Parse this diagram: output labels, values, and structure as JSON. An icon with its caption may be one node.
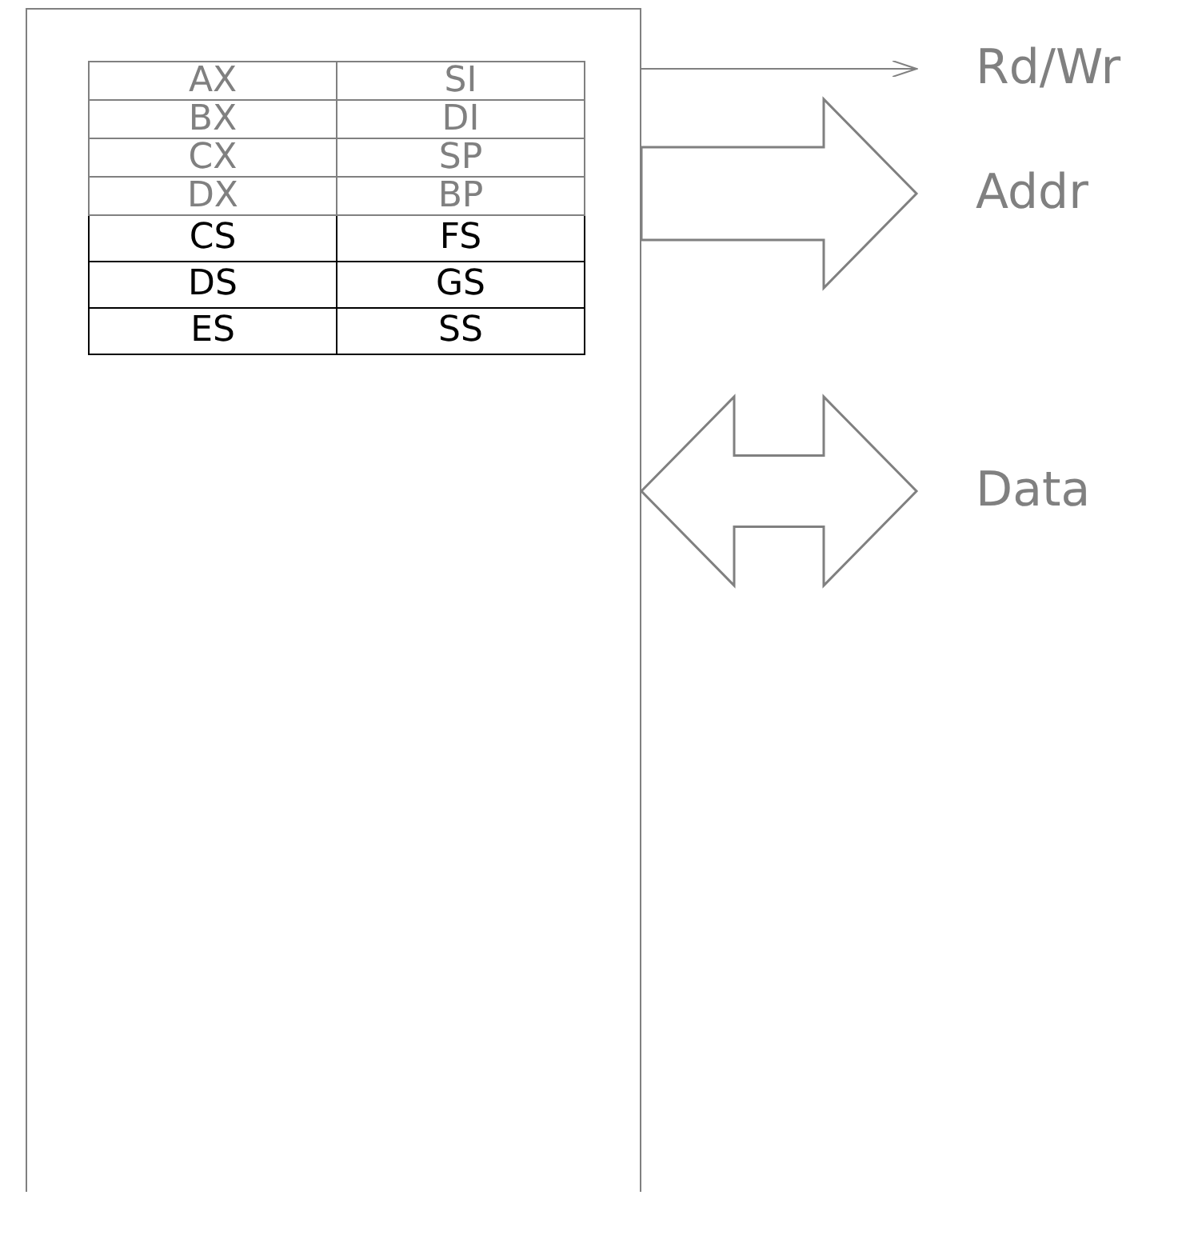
{
  "diagram": {
    "nodes": [
      {
        "text": [],
        "shape": "box"
      },
      {
        "text": [
          "Rd/Wr"
        ]
      },
      {
        "text": [
          "Addr"
        ]
      },
      {
        "text": [
          "Data"
        ]
      }
    ],
    "edges": [
      {
        "from": 0,
        "to": 1,
        "arrow": "to"
      },
      {
        "from": 0,
        "to": 2,
        "arrow": "to",
        "style": "thick"
      },
      {
        "from": 0,
        "to": 3,
        "arrow": "both",
        "style": "thick"
      }
    ],
    "labels": [
      "AX",
      "SI",
      "BX",
      "DI",
      "CX",
      "SP",
      "DX",
      "BP",
      "CS",
      "FS",
      "DS",
      "GS",
      "ES",
      "SS"
    ]
  }
}
